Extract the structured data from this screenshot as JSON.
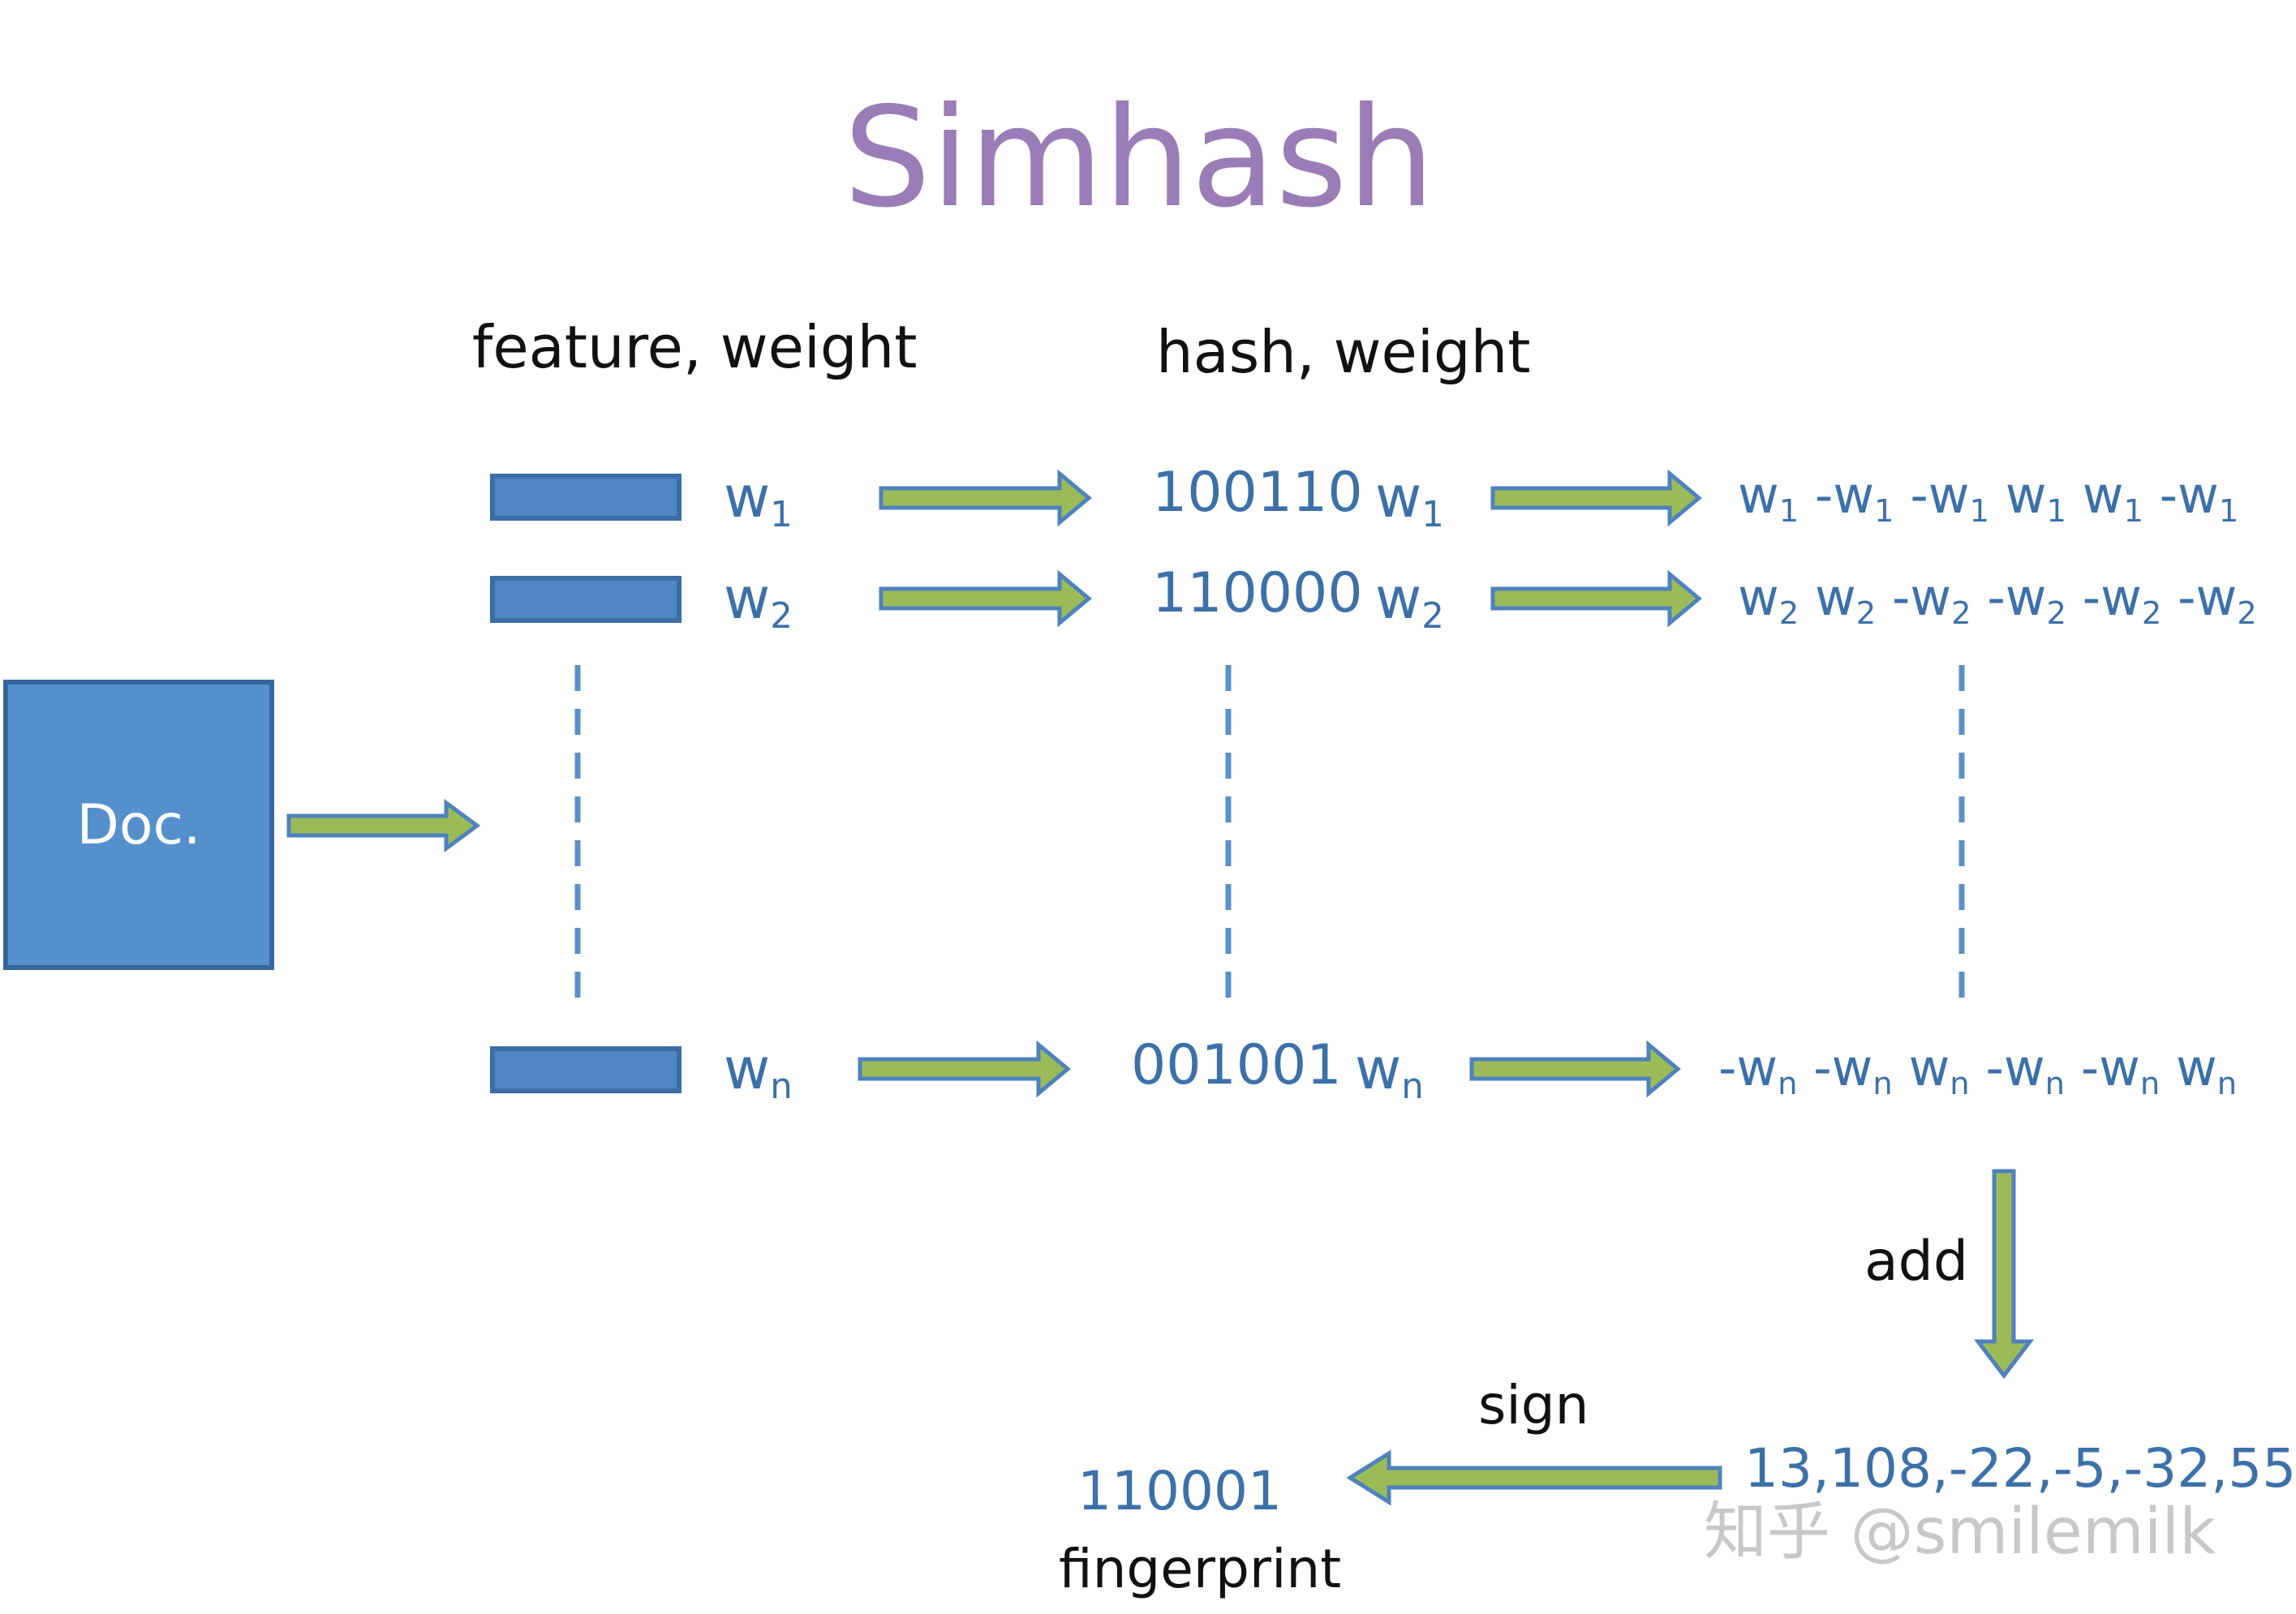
{
  "title": "Simhash",
  "headers": {
    "feature_weight": "feature, weight",
    "hash_weight": "hash, weight"
  },
  "doc_label": "Doc.",
  "rows": [
    {
      "weight": "w",
      "sub": "1",
      "hash": "100110",
      "terms": [
        {
          "sign": "",
          "w": "w",
          "sub": "1"
        },
        {
          "sign": "-",
          "w": "w",
          "sub": "1"
        },
        {
          "sign": "-",
          "w": "w",
          "sub": "1"
        },
        {
          "sign": "",
          "w": "w",
          "sub": "1"
        },
        {
          "sign": "",
          "w": "w",
          "sub": "1"
        },
        {
          "sign": "-",
          "w": "w",
          "sub": "1"
        }
      ]
    },
    {
      "weight": "w",
      "sub": "2",
      "hash": "110000",
      "terms": [
        {
          "sign": "",
          "w": "w",
          "sub": "2"
        },
        {
          "sign": "",
          "w": "w",
          "sub": "2"
        },
        {
          "sign": "-",
          "w": "w",
          "sub": "2"
        },
        {
          "sign": "-",
          "w": "w",
          "sub": "2"
        },
        {
          "sign": "-",
          "w": "w",
          "sub": "2"
        },
        {
          "sign": "-",
          "w": "w",
          "sub": "2"
        }
      ]
    },
    {
      "weight": "w",
      "sub": "n",
      "hash": "001001",
      "terms": [
        {
          "sign": "-",
          "w": "w",
          "sub": "n"
        },
        {
          "sign": "-",
          "w": "w",
          "sub": "n"
        },
        {
          "sign": "",
          "w": "w",
          "sub": "n"
        },
        {
          "sign": "-",
          "w": "w",
          "sub": "n"
        },
        {
          "sign": "-",
          "w": "w",
          "sub": "n"
        },
        {
          "sign": "",
          "w": "w",
          "sub": "n"
        }
      ]
    }
  ],
  "add_label": "add",
  "sign_label": "sign",
  "sum_vector": "13,108,-22,-5,-32,55",
  "fingerprint_value": "110001",
  "fingerprint_label": "fingerprint",
  "watermark": "知乎 @smilemilk",
  "colors": {
    "title": "#9a7cb6",
    "blue_text": "#3c70a8",
    "arrow_fill": "#9bbb59",
    "arrow_stroke": "#4f81bd",
    "box_fill": "#5590cc"
  }
}
